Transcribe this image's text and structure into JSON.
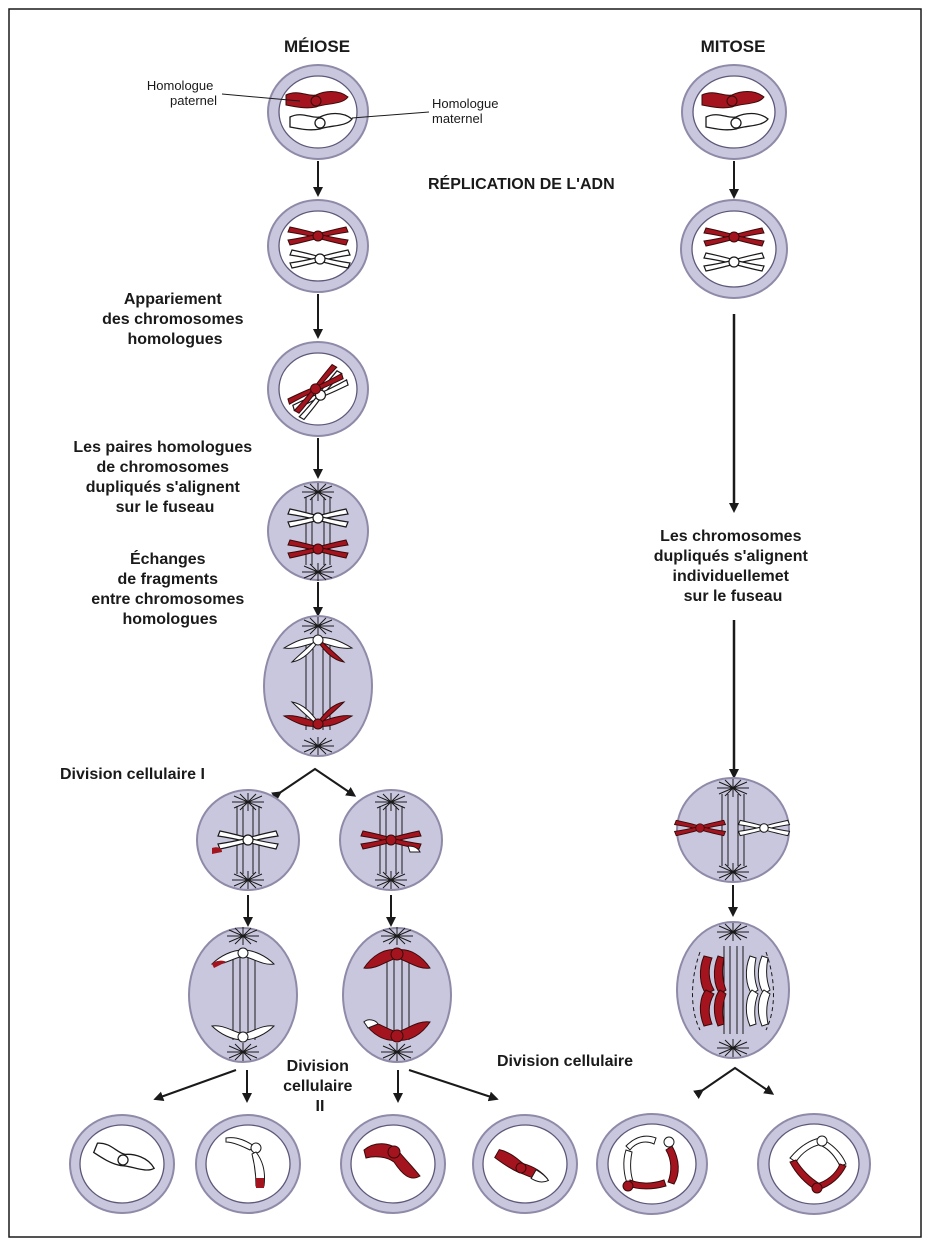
{
  "headers": {
    "meiosis": "MÉIOSE",
    "mitosis": "MITOSE"
  },
  "labels": {
    "paternal": [
      "Homologue",
      "paternel"
    ],
    "maternal": [
      "Homologue",
      "maternel"
    ],
    "replication": "RÉPLICATION DE L'ADN",
    "pairing": [
      "Appariement",
      "des chromosomes",
      "homologues"
    ],
    "align_pairs": [
      "Les paires homologues",
      "de chromosomes",
      "dupliqués s'alignent",
      "sur le fuseau"
    ],
    "crossover": [
      "Échanges",
      "de fragments",
      "entre chromosomes",
      "homologues"
    ],
    "division1": "Division cellulaire I",
    "division2": [
      "Division",
      "cellulaire",
      "II"
    ],
    "mitosis_align": [
      "Les chromosomes",
      "dupliqués s'alignent",
      "individuellemet",
      "sur le fuseau"
    ],
    "mitosis_division": "Division cellulaire"
  },
  "colors": {
    "cell_fill": "#c9c7de",
    "cell_ring": "#8e8aa8",
    "nucleus": "#ffffff",
    "paternal": "#a3141e",
    "maternal": "#ffffff",
    "ink": "#1a1a1a"
  }
}
